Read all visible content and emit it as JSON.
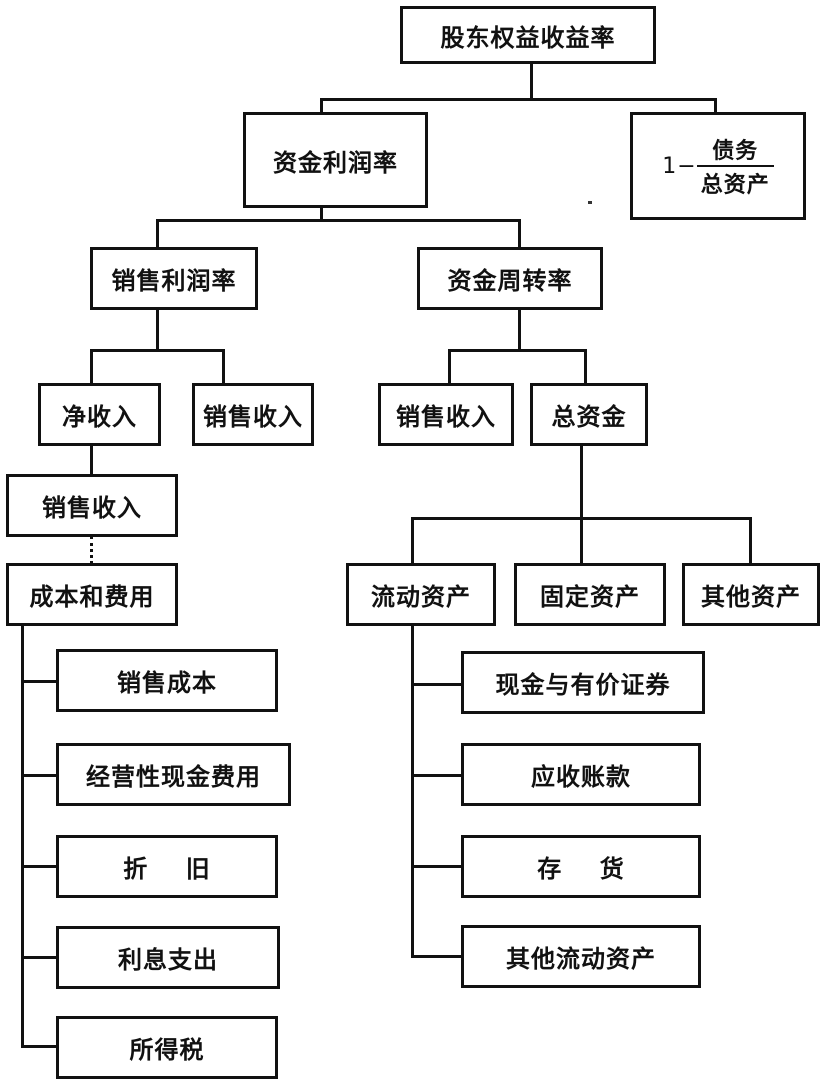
{
  "diagram": {
    "type": "tree",
    "title": "股东权益收益率",
    "nodes": {
      "roe": "股东权益收益率",
      "capital_profit_rate": "资金利润率",
      "equity_ratio": {
        "prefix": "1−",
        "numerator": "债务",
        "denominator": "总资产"
      },
      "sales_profit_rate": "销售利润率",
      "capital_turnover": "资金周转率",
      "net_income": "净收入",
      "sales_revenue_a": "销售收入",
      "sales_revenue_b": "销售收入",
      "total_capital": "总资金",
      "sales_revenue_c": "销售收入",
      "costs_and_expenses": "成本和费用",
      "current_assets": "流动资产",
      "fixed_assets": "固定资产",
      "other_assets": "其他资产",
      "cost_items": [
        "销售成本",
        "经营性现金费用",
        "折    旧",
        "利息支出",
        "所得税"
      ],
      "current_asset_items": [
        "现金与有价证券",
        "应收账款",
        "存    货",
        "其他流动资产"
      ]
    }
  }
}
